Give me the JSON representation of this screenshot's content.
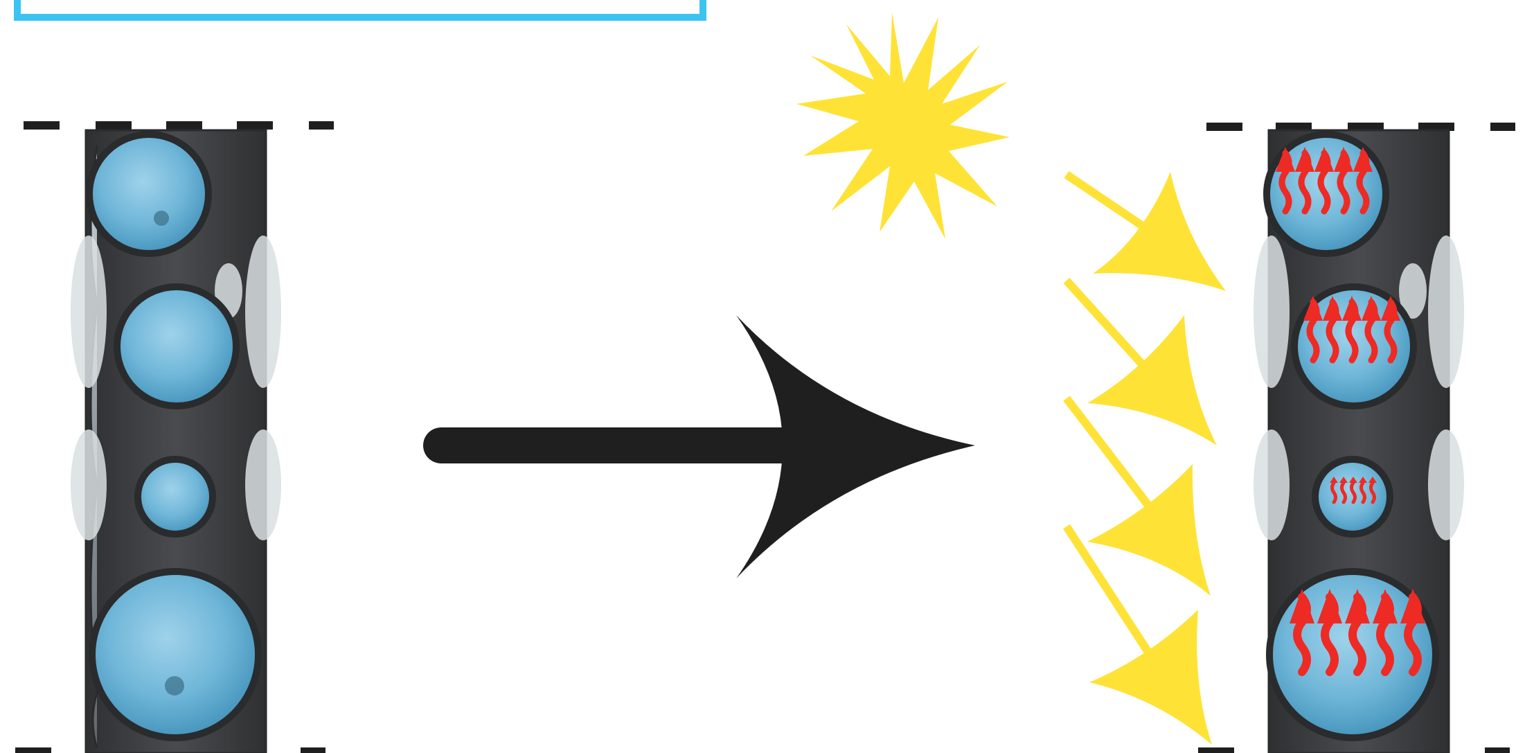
{
  "diagram": {
    "caption_box": {
      "text": "",
      "border_color": "#3cc3ef"
    },
    "columns": [
      {
        "name": "panel-before",
        "state": "unheated",
        "pores": 4
      },
      {
        "name": "panel-after",
        "state": "sun-heated",
        "pores": 4
      }
    ],
    "colors": {
      "panel": "#3d3e40",
      "panel_outline": "#2a2b2d",
      "water": "#6fb6d8",
      "water_dark": "#3f8fb8",
      "sun": "#ffe236",
      "rays": "#ffe236",
      "heat": "#ee2a24",
      "arrow": "#1f1f1f",
      "cut_marks": "#1f1f1f"
    },
    "icons": {
      "sun": "sun-icon",
      "arrow": "right-arrow-icon",
      "ray": "sun-ray-arrow-icon",
      "heat": "heat-wave-icon"
    }
  }
}
